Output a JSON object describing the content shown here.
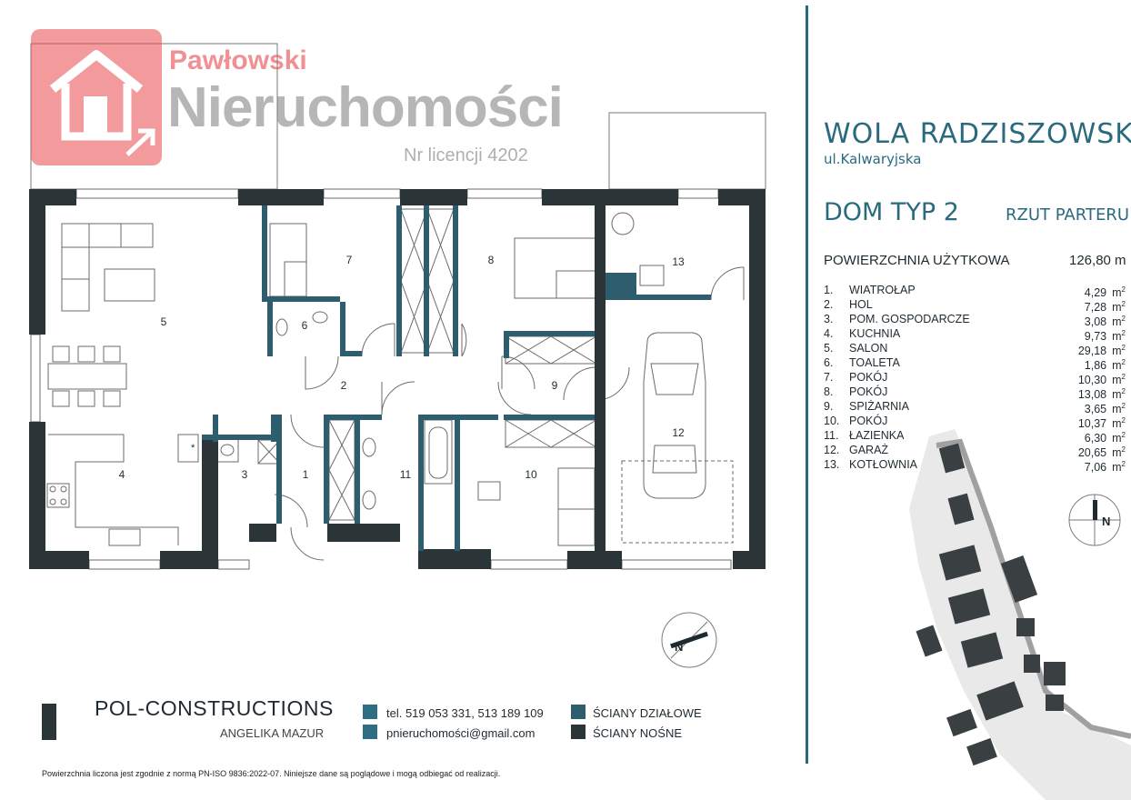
{
  "watermark": {
    "line1": "Pawłowski",
    "line2": "Nieruchomości",
    "line3": "Nr licencji 4202",
    "icon": "house-arrow-logo"
  },
  "header": {
    "location": "WOLA RADZISZOWSKA",
    "street": "ul.Kalwaryjska",
    "house_type": "DOM TYP 2",
    "floor": "RZUT PARTERU",
    "area_label": "POWIERZCHNIA UŻYTKOWA",
    "area_value": "126,80 m"
  },
  "rooms": [
    {
      "no": "1.",
      "name": "WIATROŁAP",
      "area": "4,29",
      "unit": "m",
      "sup": "2"
    },
    {
      "no": "2.",
      "name": "HOL",
      "area": "7,28",
      "unit": "m",
      "sup": "2"
    },
    {
      "no": "3.",
      "name": "POM. GOSPODARCZE",
      "area": "3,08",
      "unit": "m",
      "sup": "2"
    },
    {
      "no": "4.",
      "name": "KUCHNIA",
      "area": "9,73",
      "unit": "m",
      "sup": "2"
    },
    {
      "no": "5.",
      "name": "SALON",
      "area": "29,18",
      "unit": "m",
      "sup": "2"
    },
    {
      "no": "6.",
      "name": "TOALETA",
      "area": "1,86",
      "unit": "m",
      "sup": "2"
    },
    {
      "no": "7.",
      "name": "POKÓJ",
      "area": "10,30",
      "unit": "m",
      "sup": "2"
    },
    {
      "no": "8.",
      "name": "POKÓJ",
      "area": "13,08",
      "unit": "m",
      "sup": "2"
    },
    {
      "no": "9.",
      "name": "SPIŻARNIA",
      "area": "3,65",
      "unit": "m",
      "sup": "2"
    },
    {
      "no": "10.",
      "name": "POKÓJ",
      "area": "10,37",
      "unit": "m",
      "sup": "2"
    },
    {
      "no": "11.",
      "name": "ŁAZIENKA",
      "area": "6,30",
      "unit": "m",
      "sup": "2"
    },
    {
      "no": "12.",
      "name": "GARAŻ",
      "area": "20,65",
      "unit": "m",
      "sup": "2"
    },
    {
      "no": "13.",
      "name": "KOTŁOWNIA",
      "area": "7,06",
      "unit": "m",
      "sup": "2"
    }
  ],
  "plan_labels": [
    "1",
    "2",
    "3",
    "4",
    "5",
    "6",
    "7",
    "8",
    "9",
    "10",
    "11",
    "12",
    "13"
  ],
  "compass": {
    "label": "N"
  },
  "site_compass": {
    "label": "N"
  },
  "company": {
    "name": "POL-CONSTRUCTIONS",
    "person": "ANGELIKA MAZUR",
    "phone": "tel. 519 053 331,  513 189 109",
    "email": "pnieruchomości@gmail.com"
  },
  "legend": {
    "partition": "ŚCIANY DZIAŁOWE",
    "load_bearing": "ŚCIANY NOŚNE"
  },
  "colors": {
    "load_bearing_wall": "#2b3538",
    "partition_wall": "#2e5e6e",
    "accent": "#2a6a7e",
    "watermark": "#e8484d"
  },
  "footer": {
    "note": "Powierzchnia liczona jest zgodnie z normą PN-ISO 9836:2022-07. Niniejsze dane są poglądowe i mogą odbiegać od realizacji."
  }
}
